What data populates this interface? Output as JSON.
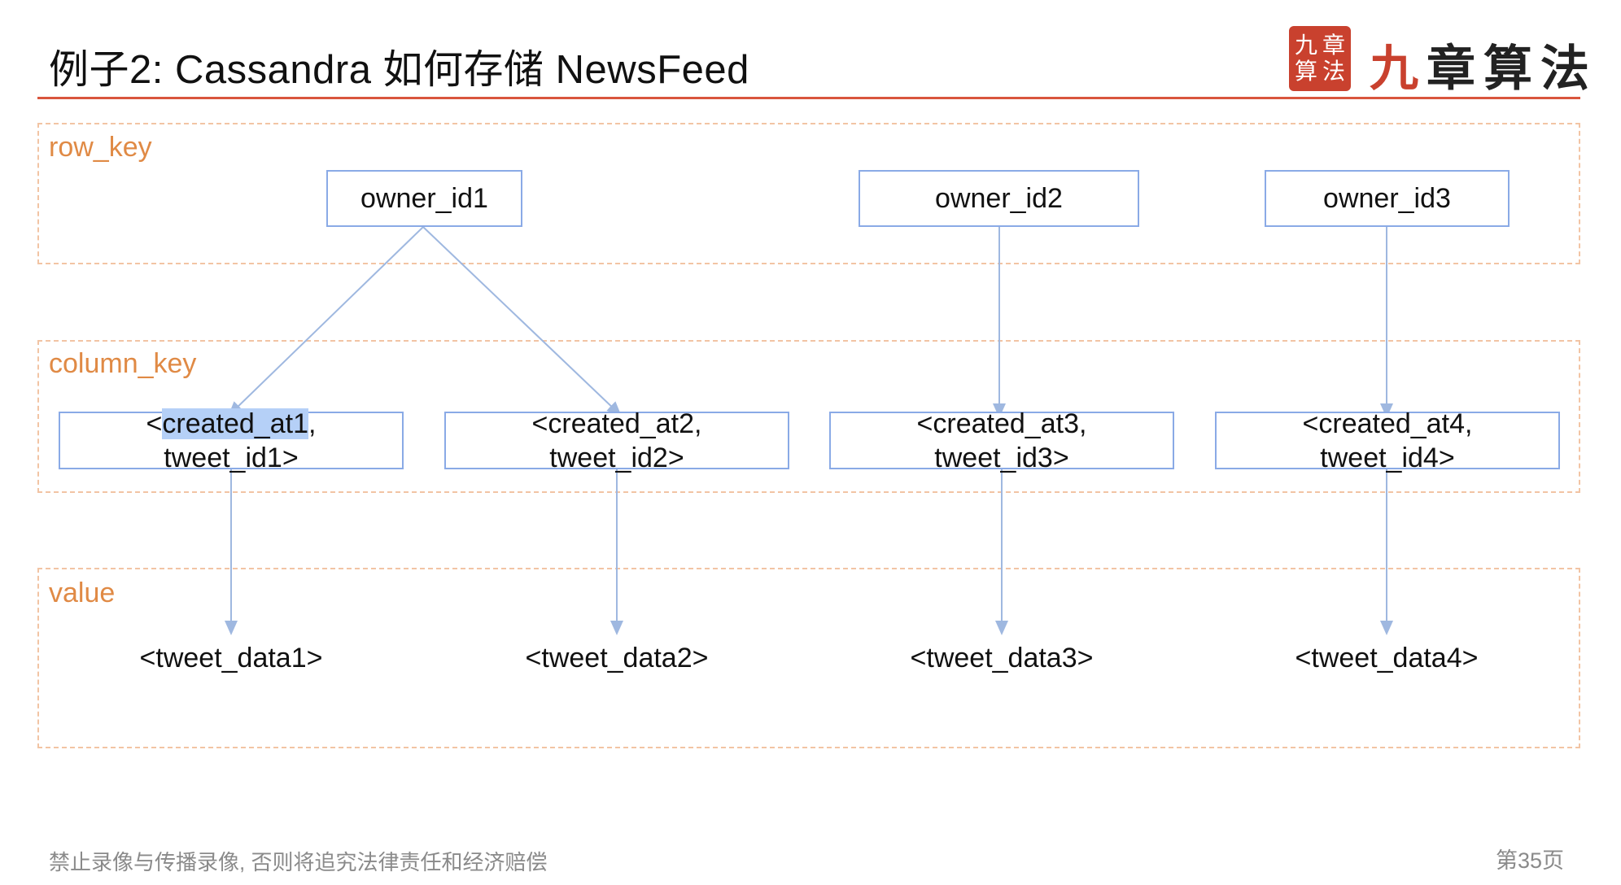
{
  "slide": {
    "title": "例子2: Cassandra 如何存储 NewsFeed",
    "footer_notice": "禁止录像与传播录像, 否则将追究法律责任和经济赔偿",
    "page_number": "第35页"
  },
  "logo": {
    "seal_chars": [
      "九",
      "章",
      "算",
      "法"
    ],
    "text_first": "九",
    "text_rest": "章算法"
  },
  "sections": {
    "row_key": "row_key",
    "column_key": "column_key",
    "value": "value"
  },
  "row_keys": [
    "owner_id1",
    "owner_id2",
    "owner_id3"
  ],
  "column_keys": [
    {
      "line1_prefix": "<",
      "line1_highlight": "created_at1",
      "line1_suffix": ",",
      "line2": "tweet_id1>"
    },
    {
      "line1_prefix": "<",
      "line1_highlight": "",
      "line1_suffix": "created_at2,",
      "line2": "tweet_id2>"
    },
    {
      "line1_prefix": "<",
      "line1_highlight": "",
      "line1_suffix": "created_at3,",
      "line2": "tweet_id3>"
    },
    {
      "line1_prefix": "<",
      "line1_highlight": "",
      "line1_suffix": "created_at4,",
      "line2": "tweet_id4>"
    }
  ],
  "values": [
    "<tweet_data1>",
    "<tweet_data2>",
    "<tweet_data3>",
    "<tweet_data4>"
  ],
  "colors": {
    "accent_rule": "#d9553d",
    "section_border": "#f2c4a4",
    "section_label": "#e08a45",
    "box_border": "#8aaae6",
    "connector": "#9fb8e0",
    "text_selection": "#b5d0f7"
  }
}
